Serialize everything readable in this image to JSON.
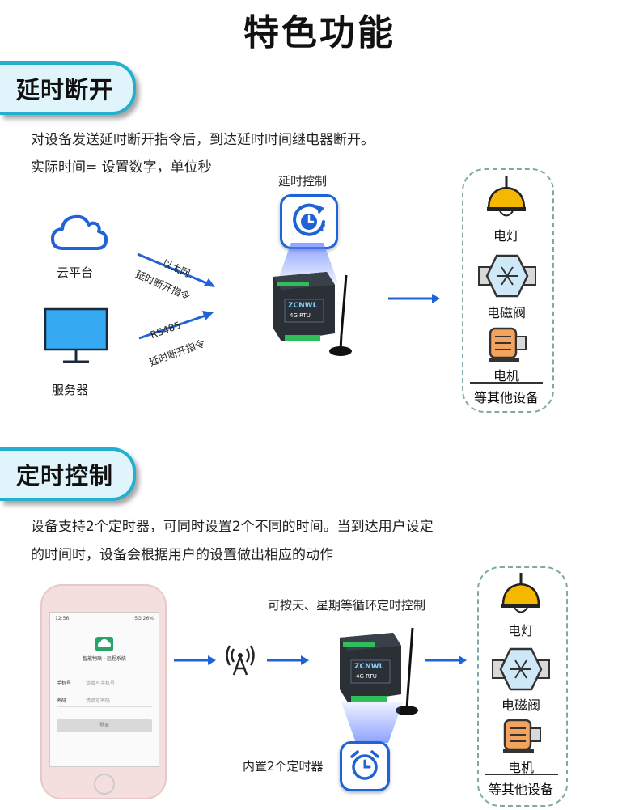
{
  "page_title": "特色功能",
  "section1": {
    "heading": "延时断开",
    "desc_line1": "对设备发送延时断开指令后，到达延时时间继电器断开。",
    "desc_line2": "实际时间= 设置数字，单位秒",
    "cloud_label": "云平台",
    "server_label": "服务器",
    "arrow1_top": "以太网",
    "arrow1_bottom": "延时断开指令",
    "arrow2_top": "RS485",
    "arrow2_bottom": "延时断开指令",
    "control_label": "延时控制",
    "devices": [
      "电灯",
      "电磁阀",
      "电机"
    ],
    "others": "等其他设备"
  },
  "section2": {
    "heading": "定时控制",
    "desc_line1": "设备支持2个定时器，可同时设置2个不同的时间。当到达用户设定",
    "desc_line2": "的时间时，设备会根据用户的设置做出相应的动作",
    "cycle_label": "可按天、星期等循环定时控制",
    "timer_label": "内置2个定时器",
    "phone": {
      "status_time": "12:56",
      "status_right": "5G 26%",
      "app_name": "智能物联 · 远程系统",
      "phone_label": "手机号",
      "phone_placeholder": "请填写手机号",
      "pwd_label": "密码",
      "pwd_placeholder": "请填写密码",
      "login": "登录"
    },
    "devices": [
      "电灯",
      "电磁阀",
      "电机"
    ],
    "others": "等其他设备"
  },
  "rtu": {
    "brand": "ZCNWL",
    "model": "4G RTU"
  },
  "colors": {
    "accent": "#1f63d6",
    "tab_border": "#23b0ce",
    "lamp": "#f5b800"
  }
}
